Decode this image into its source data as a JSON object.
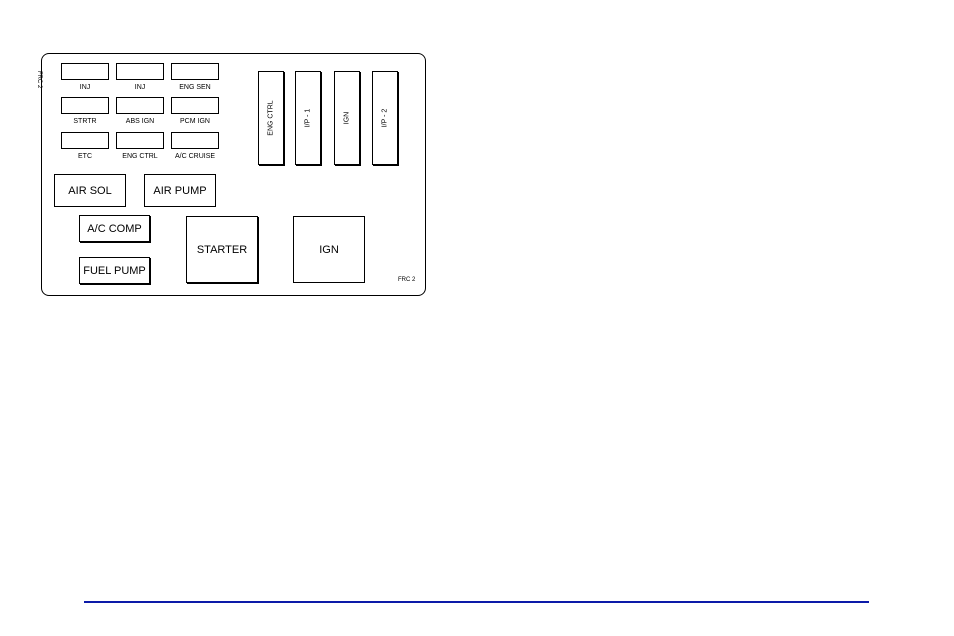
{
  "panel": {
    "side_label": "FRC 2",
    "corner_label": "FRC 2",
    "mini_fuses": [
      {
        "label": "INJ"
      },
      {
        "label": "INJ"
      },
      {
        "label": "ENG SEN"
      },
      {
        "label": "STRTR"
      },
      {
        "label": "ABS IGN"
      },
      {
        "label": "PCM IGN"
      },
      {
        "label": "ETC"
      },
      {
        "label": "ENG CTRL"
      },
      {
        "label": "A/C CRUISE"
      }
    ],
    "maxi_fuses": [
      {
        "label": "ENG CTRL"
      },
      {
        "label": "I/P - 1"
      },
      {
        "label": "IGN"
      },
      {
        "label": "I/P - 2"
      }
    ],
    "relays": [
      {
        "label": "AIR SOL"
      },
      {
        "label": "AIR PUMP"
      },
      {
        "label": "A/C COMP"
      },
      {
        "label": "FUEL PUMP"
      },
      {
        "label": "STARTER"
      },
      {
        "label": "IGN"
      }
    ]
  },
  "colors": {
    "rule": "#0c1aa8"
  }
}
